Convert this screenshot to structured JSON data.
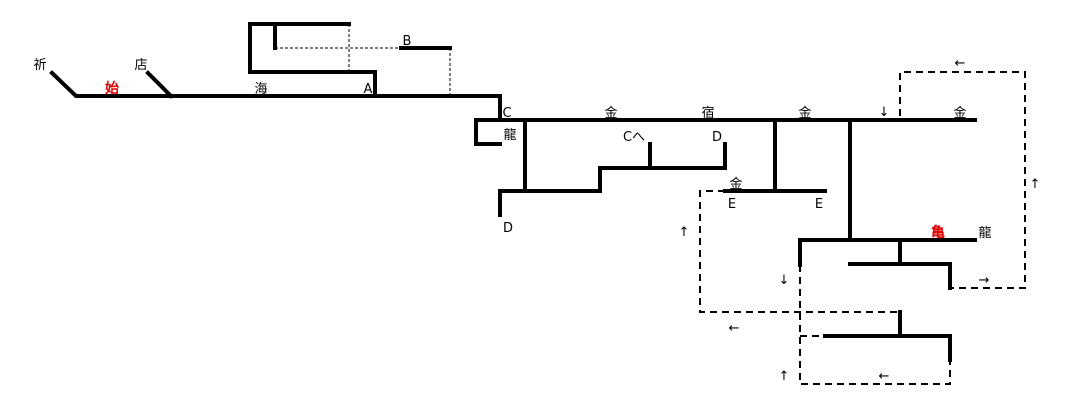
{
  "colors": {
    "line": "#000000",
    "highlight": "#e00000"
  },
  "stations": {
    "shin": "祈",
    "ten": "店",
    "start": "始",
    "umi": "海",
    "ryu_c": "龍",
    "kin1": "金",
    "juku": "宿",
    "kin2": "金",
    "kin3": "金",
    "kin_e": "金",
    "kame": "亀",
    "ryu_end": "龍"
  },
  "markers": {
    "a": "A",
    "b": "B",
    "c": "C",
    "d_left": "D",
    "c_to": "Cへ",
    "d_right": "D",
    "e_left": "E",
    "e_right": "E"
  },
  "arrows": {
    "down_main": "↓",
    "left_top": "←",
    "up_right": "↑",
    "right_loop": "→",
    "up_left": "↑",
    "down_mid": "↓",
    "left_mid": "←",
    "up_bottom": "↑",
    "left_bottom": "←"
  }
}
